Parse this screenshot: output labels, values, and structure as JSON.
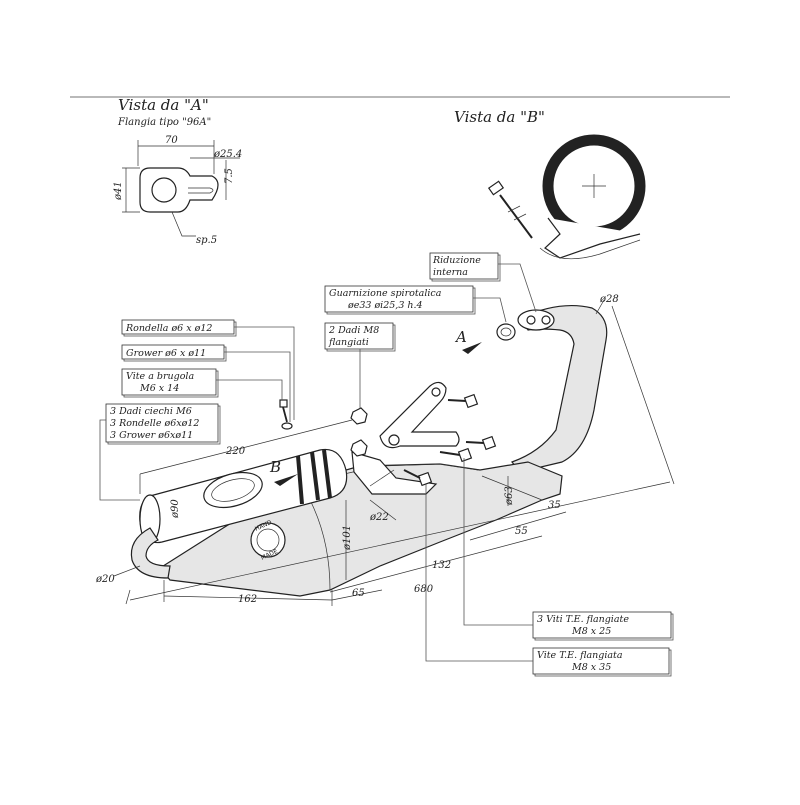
{
  "view_a": {
    "title": "Vista da \"A\"",
    "subtitle": "Flangia tipo \"96A\"",
    "dim_width": "70",
    "dim_hole": "ø25.4",
    "dim_offset": "7.5",
    "dim_height": "ø41",
    "dim_thickness": "sp.5"
  },
  "view_b": {
    "title": "Vista da \"B\""
  },
  "callouts": {
    "riduzione": [
      "Riduzione",
      "interna"
    ],
    "guarnizione": [
      "Guarnizione spirotalica",
      "øe33 øi25,3 h.4"
    ],
    "dadi_m8": [
      "2 Dadi M8",
      "flangiati"
    ],
    "rondella": [
      "Rondella ø6 x ø12"
    ],
    "grower": [
      "Grower ø6 x ø11"
    ],
    "vite_brugola": [
      "Vite a brugola",
      "M6 x 14"
    ],
    "dadi_ciechi": [
      "3 Dadi ciechi M6",
      "3 Rondelle ø6xø12",
      "3 Grower ø6xø11"
    ],
    "viti_te": [
      "3 Viti T.E. flangiate",
      "M8 x 25"
    ],
    "vite_te": [
      "Vite T.E. flangiata",
      "M8 x 35"
    ]
  },
  "arrows": {
    "a": "A",
    "b": "B"
  },
  "dimensions": {
    "d28": "ø28",
    "d220": "220",
    "d90": "ø90",
    "d22": "ø22",
    "d101": "ø101",
    "d63": "ø63",
    "d35": "35",
    "d55": "55",
    "d132": "132",
    "d20": "ø20",
    "d162": "162",
    "d65": "65",
    "d680": "680"
  },
  "badge": [
    "HAND",
    "MADE"
  ]
}
